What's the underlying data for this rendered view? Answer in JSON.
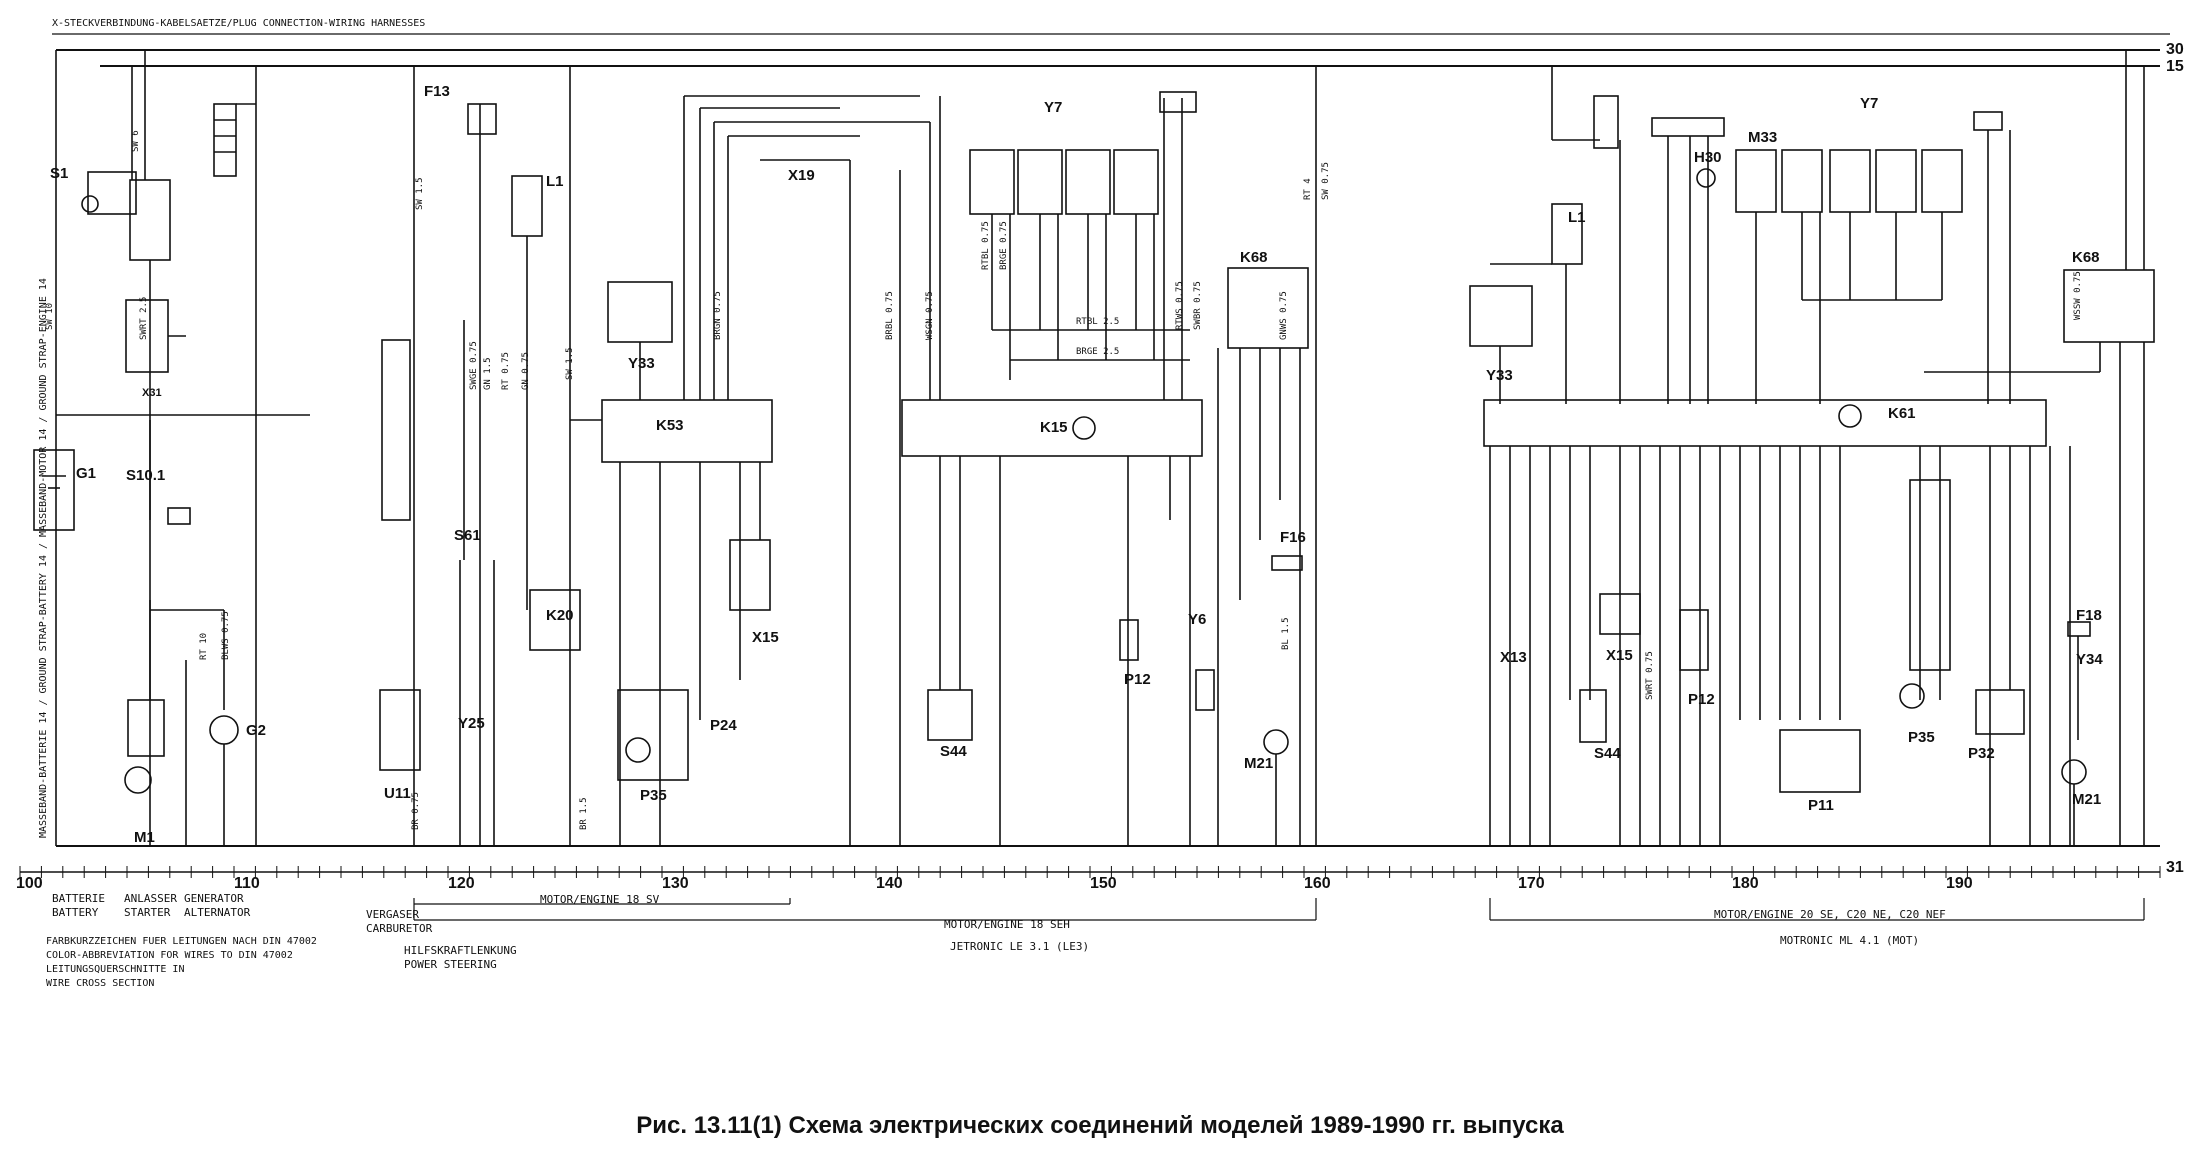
{
  "header": {
    "title": "X-STECKVERBINDUNG-KABELSAETZE/PLUG CONNECTION-WIRING HARNESSES"
  },
  "rails": [
    "30",
    "15",
    "31"
  ],
  "scale_groups": [
    "100",
    "110",
    "120",
    "130",
    "140",
    "150",
    "160",
    "170",
    "180",
    "190"
  ],
  "components": [
    {
      "id": "S1",
      "label": "S1"
    },
    {
      "id": "G1",
      "label": "G1"
    },
    {
      "id": "S10.1",
      "label": "S10.1"
    },
    {
      "id": "X31",
      "label": "X31"
    },
    {
      "id": "M1",
      "label": "M1"
    },
    {
      "id": "G2",
      "label": "G2"
    },
    {
      "id": "F13",
      "label": "F13"
    },
    {
      "id": "L1a",
      "label": "L1"
    },
    {
      "id": "Y33a",
      "label": "Y33"
    },
    {
      "id": "K53",
      "label": "K53"
    },
    {
      "id": "S61",
      "label": "S61"
    },
    {
      "id": "K20",
      "label": "K20"
    },
    {
      "id": "Y25",
      "label": "Y25"
    },
    {
      "id": "U11",
      "label": "U11"
    },
    {
      "id": "P35a",
      "label": "P35"
    },
    {
      "id": "P24",
      "label": "P24"
    },
    {
      "id": "X15a",
      "label": "X15"
    },
    {
      "id": "X19a",
      "label": "X19"
    },
    {
      "id": "Y7a",
      "label": "Y7"
    },
    {
      "id": "K15",
      "label": "K15"
    },
    {
      "id": "S44a",
      "label": "S44"
    },
    {
      "id": "P12a",
      "label": "P12"
    },
    {
      "id": "K68a",
      "label": "K68"
    },
    {
      "id": "Y6",
      "label": "Y6"
    },
    {
      "id": "F16",
      "label": "F16"
    },
    {
      "id": "M21a",
      "label": "M21"
    },
    {
      "id": "L1b",
      "label": "L1"
    },
    {
      "id": "Y33b",
      "label": "Y33"
    },
    {
      "id": "H30",
      "label": "H30"
    },
    {
      "id": "M33",
      "label": "M33"
    },
    {
      "id": "Y7b",
      "label": "Y7"
    },
    {
      "id": "K68b",
      "label": "K68"
    },
    {
      "id": "K61",
      "label": "K61"
    },
    {
      "id": "X13",
      "label": "X13"
    },
    {
      "id": "X15b",
      "label": "X15"
    },
    {
      "id": "S44b",
      "label": "S44"
    },
    {
      "id": "P12b",
      "label": "P12"
    },
    {
      "id": "P11",
      "label": "P11"
    },
    {
      "id": "P35b",
      "label": "P35"
    },
    {
      "id": "P32",
      "label": "P32"
    },
    {
      "id": "F18",
      "label": "F18"
    },
    {
      "id": "Y34",
      "label": "Y34"
    },
    {
      "id": "M21b",
      "label": "M21"
    }
  ],
  "wire_labels": [
    "SW 10",
    "SW 6",
    "SW 1.5",
    "SWRT 2.5",
    "RT 10",
    "BLWS 0.75",
    "SWGE 0.75",
    "GN 1.5",
    "RT 0.75",
    "GN 0.75",
    "SW 1.5",
    "BR 1.5",
    "BR 0.75",
    "RTBL 0.75",
    "BRGE 0.75",
    "RTBL 2.5",
    "BRGE 2.5",
    "BRBL 0.75",
    "BRGN 0.75",
    "WSGN 0.75",
    "RTWS 0.75",
    "SWBR 0.75",
    "GNWS 0.75",
    "BL 1.5",
    "RT 4",
    "SW 0.75",
    "WSSW 0.75",
    "SWRT 0.75"
  ],
  "legend_bottom": {
    "batterie": "BATTERIE",
    "battery": "BATTERY",
    "anlasser": "ANLASSER",
    "starter": "STARTER",
    "generator": "GENERATOR",
    "alternator": "ALTERNATOR",
    "vergaser": "VERGASER",
    "carburetor": "CARBURETOR",
    "motor_18sv": "MOTOR/ENGINE 18 SV",
    "motor_18seh": "MOTOR/ENGINE 18 SEH",
    "jetronic": "JETRONIC LE 3.1 (LE3)",
    "hilfskraft": "HILFSKRAFTLENKUNG",
    "power_steering": "POWER STEERING",
    "motor_20se": "MOTOR/ENGINE 20 SE, C20 NE, C20 NEF",
    "motronic": "MOTRONIC ML 4.1 (MOT)"
  },
  "notes": [
    "FARBKURZZEICHEN FUER LEITUNGEN NACH DIN 47002",
    "COLOR-ABBREVIATION FOR WIRES TO DIN 47002",
    "LEITUNGSQUERSCHNITTE IN",
    "WIRE CROSS SECTION"
  ],
  "side_note": "MASSEBAND-BATTERIE 14 / GROUND STRAP-BATTERY 14 / MASSEBAND-MOTOR 14 / GROUND STRAP-ENGINE 14",
  "caption": "Рис. 13.11(1) Схема электрических соединений моделей 1989-1990 гг. выпуска"
}
